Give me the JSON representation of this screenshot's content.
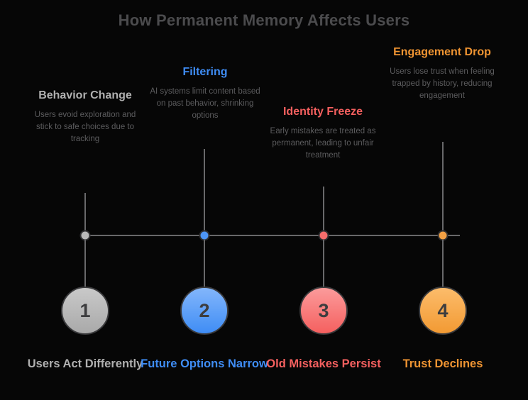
{
  "title": "How Permanent Memory Affects Users",
  "colors": {
    "background": "#060606",
    "title": "#4b4b4d",
    "body_text": "#5c5c5e",
    "line": "#68686a",
    "step1": "#b0b0b0",
    "step2": "#3f8df5",
    "step3": "#f5605f",
    "step4": "#ef9432"
  },
  "steps": [
    {
      "number": "1",
      "heading": "Behavior Change",
      "description": "Users evoid exploration and stick to safe choices due to tracking",
      "caption": "Users Act Differently",
      "color": "#b0b0b0",
      "dot_color": "#b9b9b9"
    },
    {
      "number": "2",
      "heading": "Filtering",
      "description": "AI systems limit content based on past behavior, shrinking options",
      "caption": "Future Options Narrow",
      "color": "#3f8df5",
      "dot_color": "#4d95f6"
    },
    {
      "number": "3",
      "heading": "Identity Freeze",
      "description": "Early mistakes are treated as permanent, leading to unfair treatment",
      "caption": "Old Mistakes Persist",
      "color": "#f5605f",
      "dot_color": "#f66d6c"
    },
    {
      "number": "4",
      "heading": "Engagement Drop",
      "description": "Users lose trust when feeling trapped by history, reducing engagement",
      "caption": "Trust Declines",
      "color": "#ef9432",
      "dot_color": "#f2a044"
    }
  ]
}
